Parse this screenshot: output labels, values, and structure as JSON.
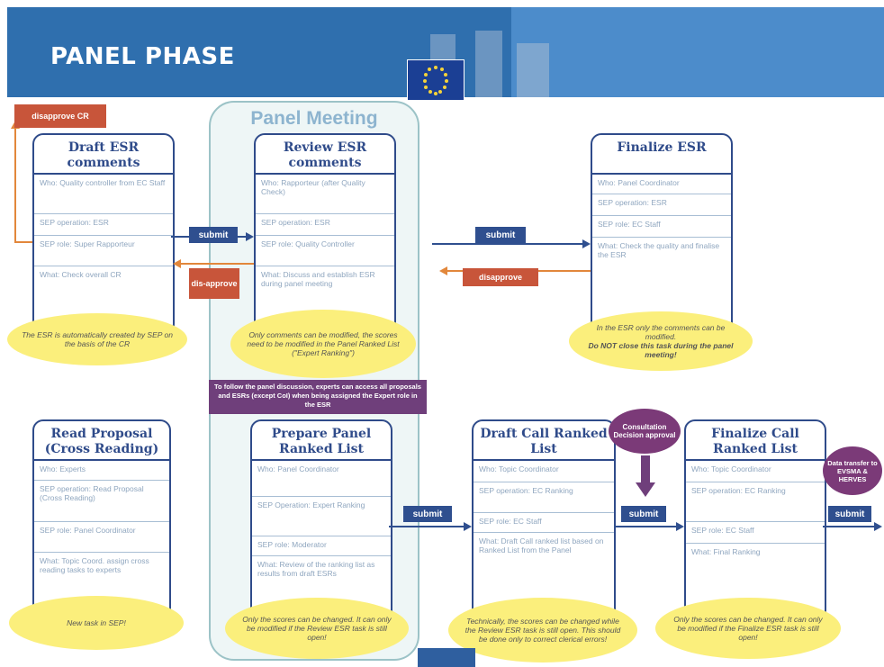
{
  "header": {
    "title": "PANEL PHASE"
  },
  "colors": {
    "banner": "#2f6fae",
    "box_border": "#2f4b8a",
    "note": "#fbef7c",
    "red_button": "#c8553a",
    "purple": "#6f3f7b"
  },
  "panel_meeting": {
    "title": "Panel Meeting"
  },
  "boxes": {
    "draft_esr": {
      "title": "Draft ESR comments",
      "rows": [
        "Who: Quality controller from EC Staff",
        "SEP operation: ESR",
        "SEP role: Super Rapporteur",
        "What: Check overall CR"
      ]
    },
    "review_esr": {
      "title": "Review ESR comments",
      "rows": [
        "Who: Rapporteur (after Quality Check)",
        "SEP operation: ESR",
        "SEP role: Quality Controller",
        "What: Discuss and establish ESR during panel meeting"
      ]
    },
    "finalize_esr": {
      "title": "Finalize ESR",
      "rows": [
        "Who: Panel Coordinator",
        "SEP operation: ESR",
        "SEP role: EC Staff",
        "What: Check the quality and finalise the ESR"
      ]
    },
    "read_proposal": {
      "title": "Read Proposal (Cross Reading)",
      "rows": [
        "Who: Experts",
        "SEP operation: Read Proposal (Cross Reading)",
        "SEP role: Panel Coordinator",
        "What: Topic Coord. assign cross reading tasks to experts"
      ]
    },
    "prepare_panel": {
      "title": "Prepare Panel Ranked List",
      "rows": [
        "Who: Panel Coordinator",
        "SEP Operation: Expert Ranking",
        "SEP role: Moderator",
        "What: Review of the ranking list as results from draft ESRs"
      ]
    },
    "draft_call": {
      "title": "Draft Call Ranked List",
      "rows": [
        "Who: Topic Coordinator",
        "SEP operation: EC Ranking",
        "SEP role: EC Staff",
        "What: Draft Call ranked list based on Ranked List from the Panel"
      ]
    },
    "finalize_call": {
      "title": "Finalize Call Ranked List",
      "rows": [
        "Who: Topic Coordinator",
        "SEP operation: EC Ranking",
        "SEP role: EC Staff",
        "What: Final Ranking"
      ]
    }
  },
  "notes": {
    "draft_esr": "The ESR is automatically created by SEP on the basis of the CR",
    "review_esr": "Only comments can be modified, the scores need to be modified in the Panel Ranked List (\"Expert Ranking\")",
    "finalize_esr_1": "In the ESR only the comments can be modified.",
    "finalize_esr_2": "Do NOT close this task during the panel meeting!",
    "read_proposal": "New task in SEP!",
    "prepare_panel": "Only the scores can be changed. It can only be modified if the Review ESR task is still open!",
    "draft_call": "Technically, the scores can be changed while the Review ESR task is still open. This should be done only to correct clerical errors!",
    "finalize_call": "Only the scores can be changed. It can only be modified if the Finalize ESR task is still open!"
  },
  "purple_note": "To follow the panel discussion, experts can access all proposals and ESRs (except CoI) when being assigned the Expert role in the ESR",
  "buttons": {
    "disapprove_cr": "disapprove CR",
    "submit_1": "submit",
    "disapprove_1": "dis-approve",
    "submit_2": "submit",
    "disapprove_2": "disapprove",
    "submit_3": "submit",
    "submit_4": "submit",
    "submit_5": "submit"
  },
  "ovals": {
    "consultation": "Consultation Decision approval",
    "data_transfer": "Data transfer to EVSMA & HERVES"
  }
}
